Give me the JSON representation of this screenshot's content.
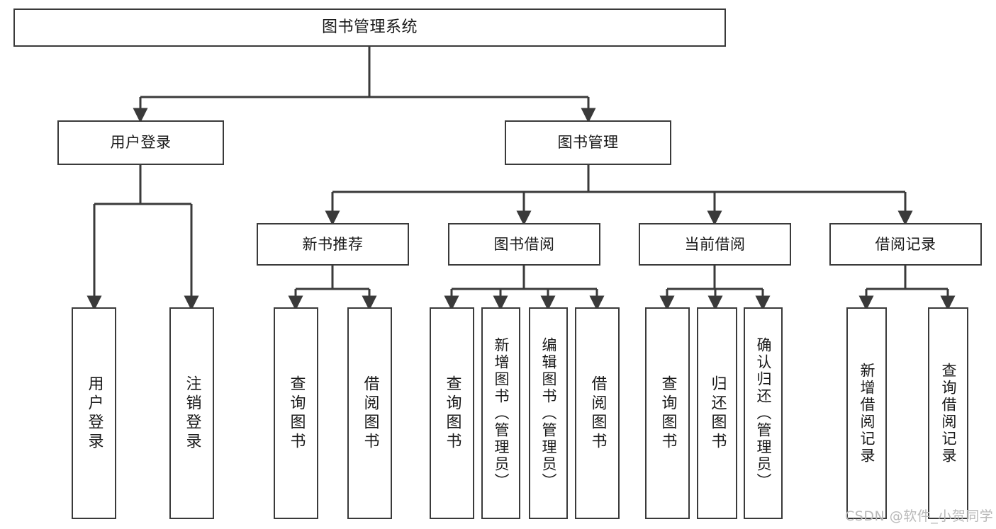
{
  "diagram": {
    "title": "图书管理系统",
    "type": "tree-hierarchy-diagram",
    "colors": {
      "background": "#ffffff",
      "node_border": "#3a3a3a",
      "node_fill": "#ffffff",
      "edge": "#3a3a3a",
      "text": "#1a1a1a",
      "watermark": "#b9b9b9"
    }
  },
  "nodes": {
    "root": {
      "label": "图书管理系统"
    },
    "level2": [
      {
        "label": "用户登录"
      },
      {
        "label": "图书管理"
      }
    ],
    "level3": [
      {
        "label": "新书推荐"
      },
      {
        "label": "图书借阅"
      },
      {
        "label": "当前借阅"
      },
      {
        "label": "借阅记录"
      }
    ],
    "leaves": {
      "user_login": [
        {
          "label": "用户登录"
        },
        {
          "label": "注销登录"
        }
      ],
      "new_book_recommend": [
        {
          "label": "查询图书"
        },
        {
          "label": "借阅图书"
        }
      ],
      "book_borrow": [
        {
          "label": "查询图书"
        },
        {
          "label": "新增图书（管理员）"
        },
        {
          "label": "编辑图书（管理员）"
        },
        {
          "label": "借阅图书"
        }
      ],
      "current_borrow": [
        {
          "label": "查询图书"
        },
        {
          "label": "归还图书"
        },
        {
          "label": "确认归还（管理员）"
        }
      ],
      "borrow_record": [
        {
          "label": "新增借阅记录"
        },
        {
          "label": "查询借阅记录"
        }
      ]
    }
  },
  "watermark": {
    "text": "CSDN @软件_小贺同学"
  }
}
